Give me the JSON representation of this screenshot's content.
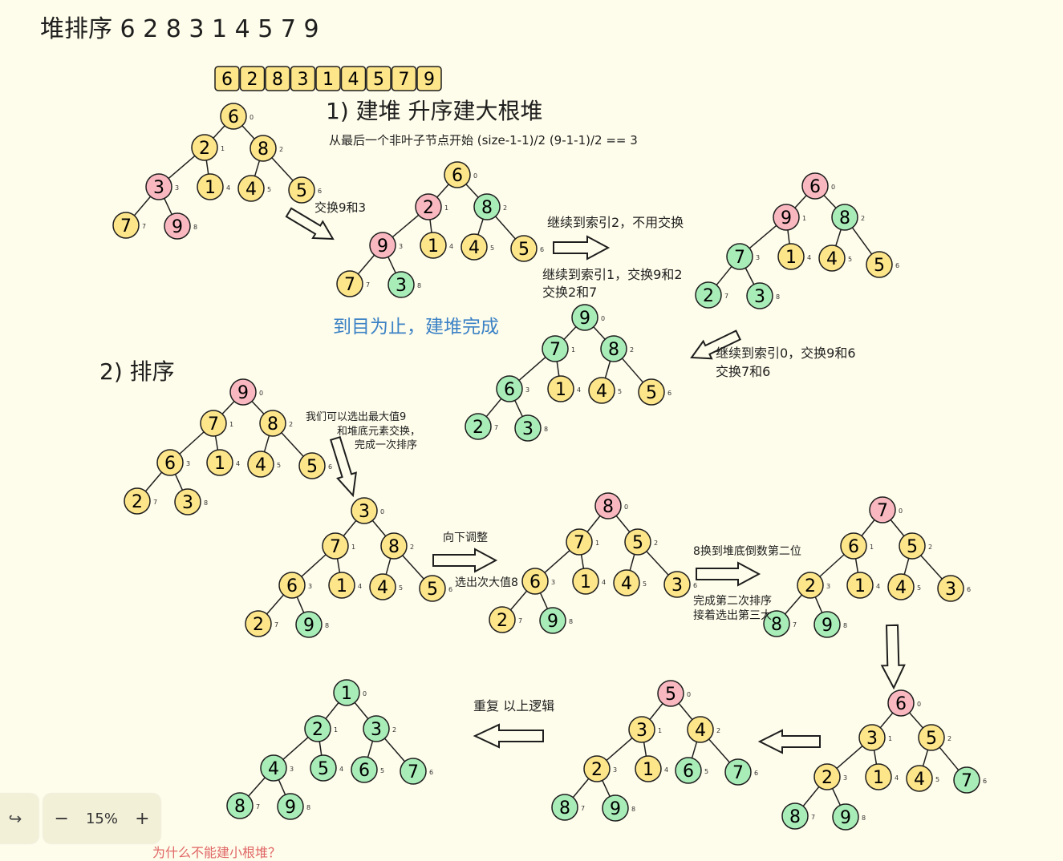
{
  "title": "堆排序 6 2 8 3 1 4 5 7 9",
  "array": [
    "6",
    "2",
    "8",
    "3",
    "1",
    "4",
    "5",
    "7",
    "9"
  ],
  "colors": {
    "yellow": "#fde58a",
    "pink": "#f9b8c0",
    "green": "#a8ecb8",
    "blue_text": "#3b82c6",
    "red_text": "#e06666",
    "stroke": "#1e1e1e"
  },
  "texts": [
    {
      "id": "step1-heading",
      "text": "1) 建堆 升序建大根堆"
    },
    {
      "id": "step1-note",
      "text": "从最后一个非叶子节点开始 (size-1-1)/2 (9-1-1)/2 == 3"
    },
    {
      "id": "swap-9-3",
      "text": "交换9和3"
    },
    {
      "id": "continue-index2",
      "text": "继续到索引2，不用交换"
    },
    {
      "id": "continue-index1-a",
      "text": "继续到索引1，交换9和2"
    },
    {
      "id": "continue-index1-b",
      "text": "交换2和7"
    },
    {
      "id": "heap-built",
      "text": "到目为止，建堆完成"
    },
    {
      "id": "continue-index0-a",
      "text": "继续到索引0，交换9和6"
    },
    {
      "id": "continue-index0-b",
      "text": "交换7和6"
    },
    {
      "id": "step2-heading",
      "text": "2) 排序"
    },
    {
      "id": "select-max-a",
      "text": "我们可以选出最大值9"
    },
    {
      "id": "select-max-b",
      "text": "和堆底元素交换，"
    },
    {
      "id": "select-max-c",
      "text": "完成一次排序"
    },
    {
      "id": "sift-down",
      "text": "向下调整"
    },
    {
      "id": "select-second",
      "text": "选出次大值8"
    },
    {
      "id": "swap-8-bottom",
      "text": "8换到堆底倒数第二位"
    },
    {
      "id": "second-done-a",
      "text": "完成第二次排序"
    },
    {
      "id": "second-done-b",
      "text": "接着选出第三大"
    },
    {
      "id": "repeat-logic",
      "text": "重复 以上逻辑"
    }
  ],
  "trees": [
    {
      "id": "tree-initial",
      "nodes": [
        [
          "6",
          "y"
        ],
        [
          "2",
          "y"
        ],
        [
          "8",
          "y"
        ],
        [
          "3",
          "p"
        ],
        [
          "1",
          "y"
        ],
        [
          "4",
          "y"
        ],
        [
          "5",
          "y"
        ],
        [
          "7",
          "y"
        ],
        [
          "9",
          "p"
        ]
      ]
    },
    {
      "id": "tree-swap93",
      "nodes": [
        [
          "6",
          "y"
        ],
        [
          "2",
          "p"
        ],
        [
          "8",
          "g"
        ],
        [
          "9",
          "p"
        ],
        [
          "1",
          "y"
        ],
        [
          "4",
          "y"
        ],
        [
          "5",
          "y"
        ],
        [
          "7",
          "y"
        ],
        [
          "3",
          "g"
        ]
      ]
    },
    {
      "id": "tree-after-index1",
      "nodes": [
        [
          "6",
          "p"
        ],
        [
          "9",
          "p"
        ],
        [
          "8",
          "g"
        ],
        [
          "7",
          "g"
        ],
        [
          "1",
          "y"
        ],
        [
          "4",
          "y"
        ],
        [
          "5",
          "y"
        ],
        [
          "2",
          "g"
        ],
        [
          "3",
          "g"
        ]
      ]
    },
    {
      "id": "tree-heap-built",
      "nodes": [
        [
          "9",
          "g"
        ],
        [
          "7",
          "g"
        ],
        [
          "8",
          "g"
        ],
        [
          "6",
          "g"
        ],
        [
          "1",
          "y"
        ],
        [
          "4",
          "y"
        ],
        [
          "5",
          "y"
        ],
        [
          "2",
          "g"
        ],
        [
          "3",
          "g"
        ]
      ]
    },
    {
      "id": "tree-sort-start",
      "nodes": [
        [
          "9",
          "p"
        ],
        [
          "7",
          "y"
        ],
        [
          "8",
          "y"
        ],
        [
          "6",
          "y"
        ],
        [
          "1",
          "y"
        ],
        [
          "4",
          "y"
        ],
        [
          "5",
          "y"
        ],
        [
          "2",
          "y"
        ],
        [
          "3",
          "y"
        ]
      ]
    },
    {
      "id": "tree-swap-9",
      "nodes": [
        [
          "3",
          "y"
        ],
        [
          "7",
          "y"
        ],
        [
          "8",
          "y"
        ],
        [
          "6",
          "y"
        ],
        [
          "1",
          "y"
        ],
        [
          "4",
          "y"
        ],
        [
          "5",
          "y"
        ],
        [
          "2",
          "y"
        ],
        [
          "9",
          "g"
        ]
      ]
    },
    {
      "id": "tree-max-8",
      "nodes": [
        [
          "8",
          "p"
        ],
        [
          "7",
          "y"
        ],
        [
          "5",
          "y"
        ],
        [
          "6",
          "y"
        ],
        [
          "1",
          "y"
        ],
        [
          "4",
          "y"
        ],
        [
          "3",
          "y"
        ],
        [
          "2",
          "y"
        ],
        [
          "9",
          "g"
        ]
      ]
    },
    {
      "id": "tree-max-7",
      "nodes": [
        [
          "7",
          "p"
        ],
        [
          "6",
          "y"
        ],
        [
          "5",
          "y"
        ],
        [
          "2",
          "y"
        ],
        [
          "1",
          "y"
        ],
        [
          "4",
          "y"
        ],
        [
          "3",
          "y"
        ],
        [
          "8",
          "g"
        ],
        [
          "9",
          "g"
        ]
      ]
    },
    {
      "id": "tree-max-6",
      "nodes": [
        [
          "6",
          "p"
        ],
        [
          "3",
          "y"
        ],
        [
          "5",
          "y"
        ],
        [
          "2",
          "y"
        ],
        [
          "1",
          "y"
        ],
        [
          "4",
          "y"
        ],
        [
          "7",
          "g"
        ],
        [
          "8",
          "g"
        ],
        [
          "9",
          "g"
        ]
      ]
    },
    {
      "id": "tree-max-5",
      "nodes": [
        [
          "5",
          "p"
        ],
        [
          "3",
          "y"
        ],
        [
          "4",
          "y"
        ],
        [
          "2",
          "y"
        ],
        [
          "1",
          "y"
        ],
        [
          "6",
          "g"
        ],
        [
          "7",
          "g"
        ],
        [
          "8",
          "g"
        ],
        [
          "9",
          "g"
        ]
      ]
    },
    {
      "id": "tree-sorted",
      "nodes": [
        [
          "1",
          "g"
        ],
        [
          "2",
          "g"
        ],
        [
          "3",
          "g"
        ],
        [
          "4",
          "g"
        ],
        [
          "5",
          "g"
        ],
        [
          "6",
          "g"
        ],
        [
          "7",
          "g"
        ],
        [
          "8",
          "g"
        ],
        [
          "9",
          "g"
        ]
      ]
    }
  ],
  "zoom": {
    "level": "15%",
    "minus": "−",
    "plus": "+"
  },
  "redo_icon": "↪",
  "bottom_clip_text": "为什么不能建小根堆？"
}
